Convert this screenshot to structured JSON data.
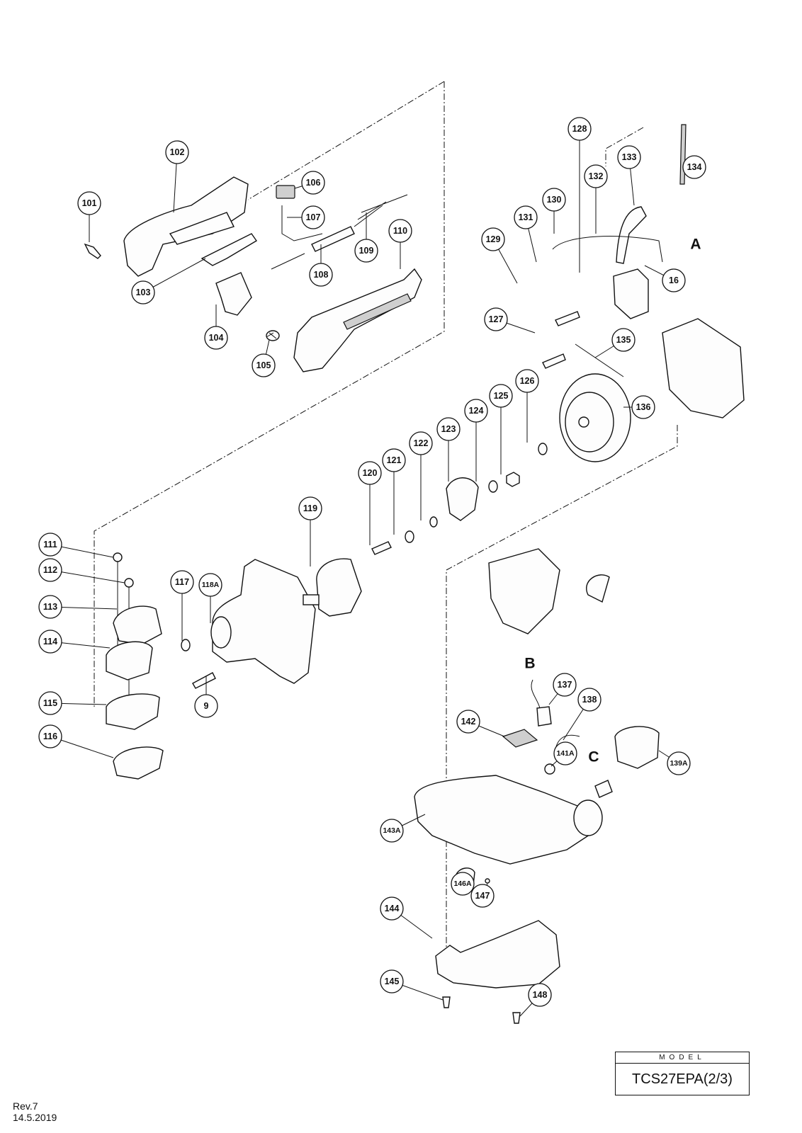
{
  "diagram": {
    "parts": [
      "9",
      "16",
      "101",
      "102",
      "103",
      "104",
      "105",
      "106",
      "107",
      "108",
      "109",
      "110",
      "111",
      "112",
      "113",
      "114",
      "115",
      "116",
      "117",
      "118A",
      "119",
      "120",
      "121",
      "122",
      "123",
      "124",
      "125",
      "126",
      "127",
      "128",
      "129",
      "130",
      "131",
      "132",
      "133",
      "134",
      "135",
      "136",
      "137",
      "138",
      "139A",
      "141A",
      "142",
      "143A",
      "144",
      "145",
      "146A",
      "147",
      "148"
    ],
    "reference_letters": [
      "A",
      "B",
      "C"
    ]
  },
  "footer": {
    "model_label": "MODEL",
    "model_value": "TCS27EPA(2/3)",
    "revision": "Rev.7",
    "date": "14.5.2019"
  }
}
